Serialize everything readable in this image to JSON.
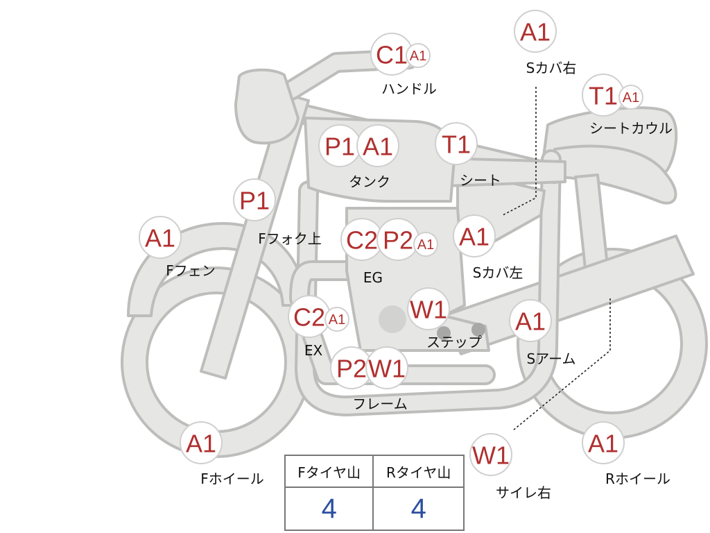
{
  "inspection": {
    "handle": {
      "label": "ハンドル",
      "marks": [
        "C1",
        "A1"
      ]
    },
    "side_cover_r": {
      "label": "Sカバ右",
      "marks": [
        "A1"
      ]
    },
    "seat_cowl": {
      "label": "シートカウル",
      "marks": [
        "T1",
        "A1"
      ]
    },
    "tank": {
      "label": "タンク",
      "marks": [
        "P1",
        "A1"
      ]
    },
    "seat": {
      "label": "シート",
      "marks": [
        "T1"
      ]
    },
    "front_fork": {
      "label": "Fフォク上",
      "marks": [
        "P1"
      ]
    },
    "front_fender": {
      "label": "Fフェン",
      "marks": [
        "A1"
      ]
    },
    "engine": {
      "label": "EG",
      "marks": [
        "C2",
        "P2",
        "A1"
      ]
    },
    "side_cover_l": {
      "label": "Sカバ左",
      "marks": [
        "A1"
      ]
    },
    "exhaust": {
      "label": "EX",
      "marks": [
        "C2",
        "A1"
      ]
    },
    "step": {
      "label": "ステップ",
      "marks": [
        "W1"
      ]
    },
    "swingarm": {
      "label": "Sアーム",
      "marks": [
        "A1"
      ]
    },
    "frame": {
      "label": "フレーム",
      "marks": [
        "P2",
        "W1"
      ]
    },
    "front_wheel": {
      "label": "Fホイール",
      "marks": [
        "A1"
      ]
    },
    "muffler_r": {
      "label": "サイレ右",
      "marks": [
        "W1"
      ]
    },
    "rear_wheel": {
      "label": "Rホイール",
      "marks": [
        "A1"
      ]
    }
  },
  "tread": {
    "front_header": "Fタイヤ山",
    "rear_header": "Rタイヤ山",
    "front_value": "4",
    "rear_value": "4"
  }
}
